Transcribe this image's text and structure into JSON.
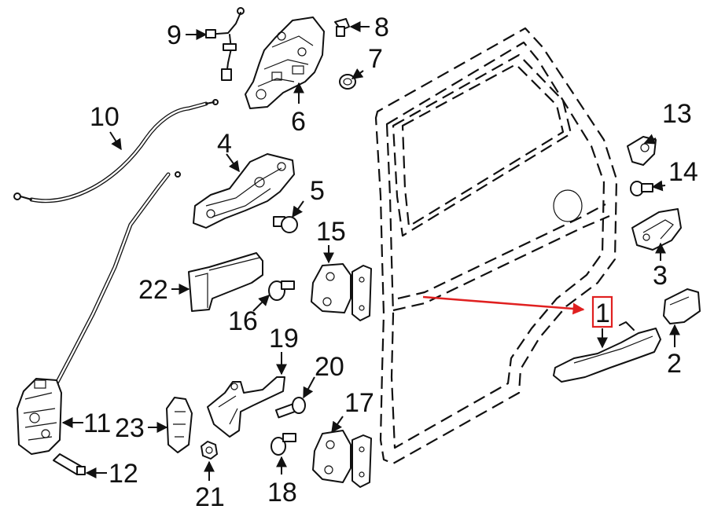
{
  "callouts": {
    "c1": "1",
    "c2": "2",
    "c3": "3",
    "c4": "4",
    "c5": "5",
    "c6": "6",
    "c7": "7",
    "c8": "8",
    "c9": "9",
    "c10": "10",
    "c11": "11",
    "c12": "12",
    "c13": "13",
    "c14": "14",
    "c15": "15",
    "c16": "16",
    "c17": "17",
    "c18": "18",
    "c19": "19",
    "c20": "20",
    "c21": "21",
    "c22": "22",
    "c23": "23"
  },
  "highlight": {
    "callout": "1",
    "box_color": "#e02020",
    "arrow_color": "#e02020"
  },
  "colors": {
    "line": "#111111",
    "background": "#ffffff"
  }
}
